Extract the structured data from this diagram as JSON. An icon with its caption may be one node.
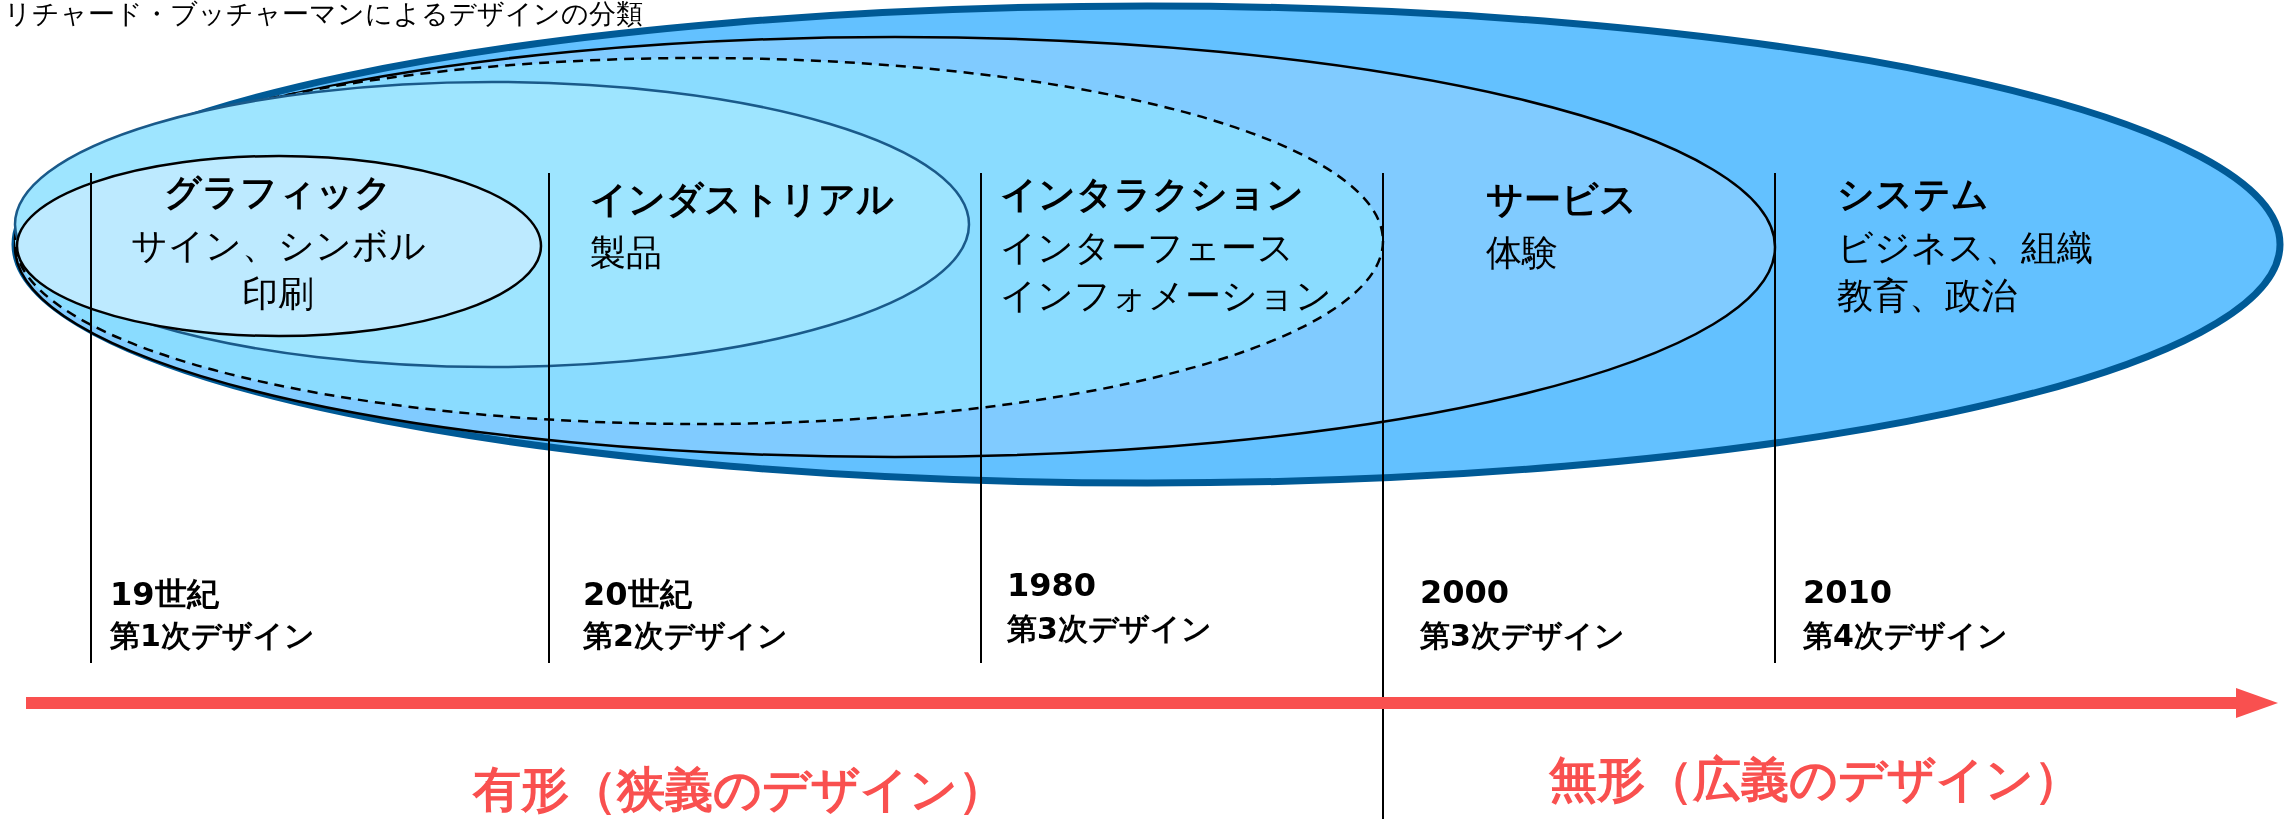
{
  "diagram": {
    "title": "リチャード・ブッチャーマンによるデザインの分類",
    "nodes": [
      {
        "text": [
          "システム",
          "ビジネス、組織",
          "教育、政治"
        ]
      },
      {
        "text": [
          "サービス",
          "体験"
        ],
        "in": 0
      },
      {
        "text": [
          "インタラクション",
          "インターフェース",
          "インフォメーション"
        ],
        "in": 1
      },
      {
        "text": [
          "インダストリアル",
          "製品"
        ],
        "in": 2
      },
      {
        "text": [
          "グラフィック",
          "サイン、シンボル",
          "印刷"
        ],
        "in": 3
      }
    ],
    "labels": [
      "19世紀",
      "第1次デザイン",
      "20世紀",
      "第2次デザイン",
      "1980",
      "第3次デザイン",
      "2000",
      "第3次デザイン",
      "2010",
      "第4次デザイン",
      "有形（狭義のデザイン）",
      "無形（広義のデザイン）"
    ]
  }
}
